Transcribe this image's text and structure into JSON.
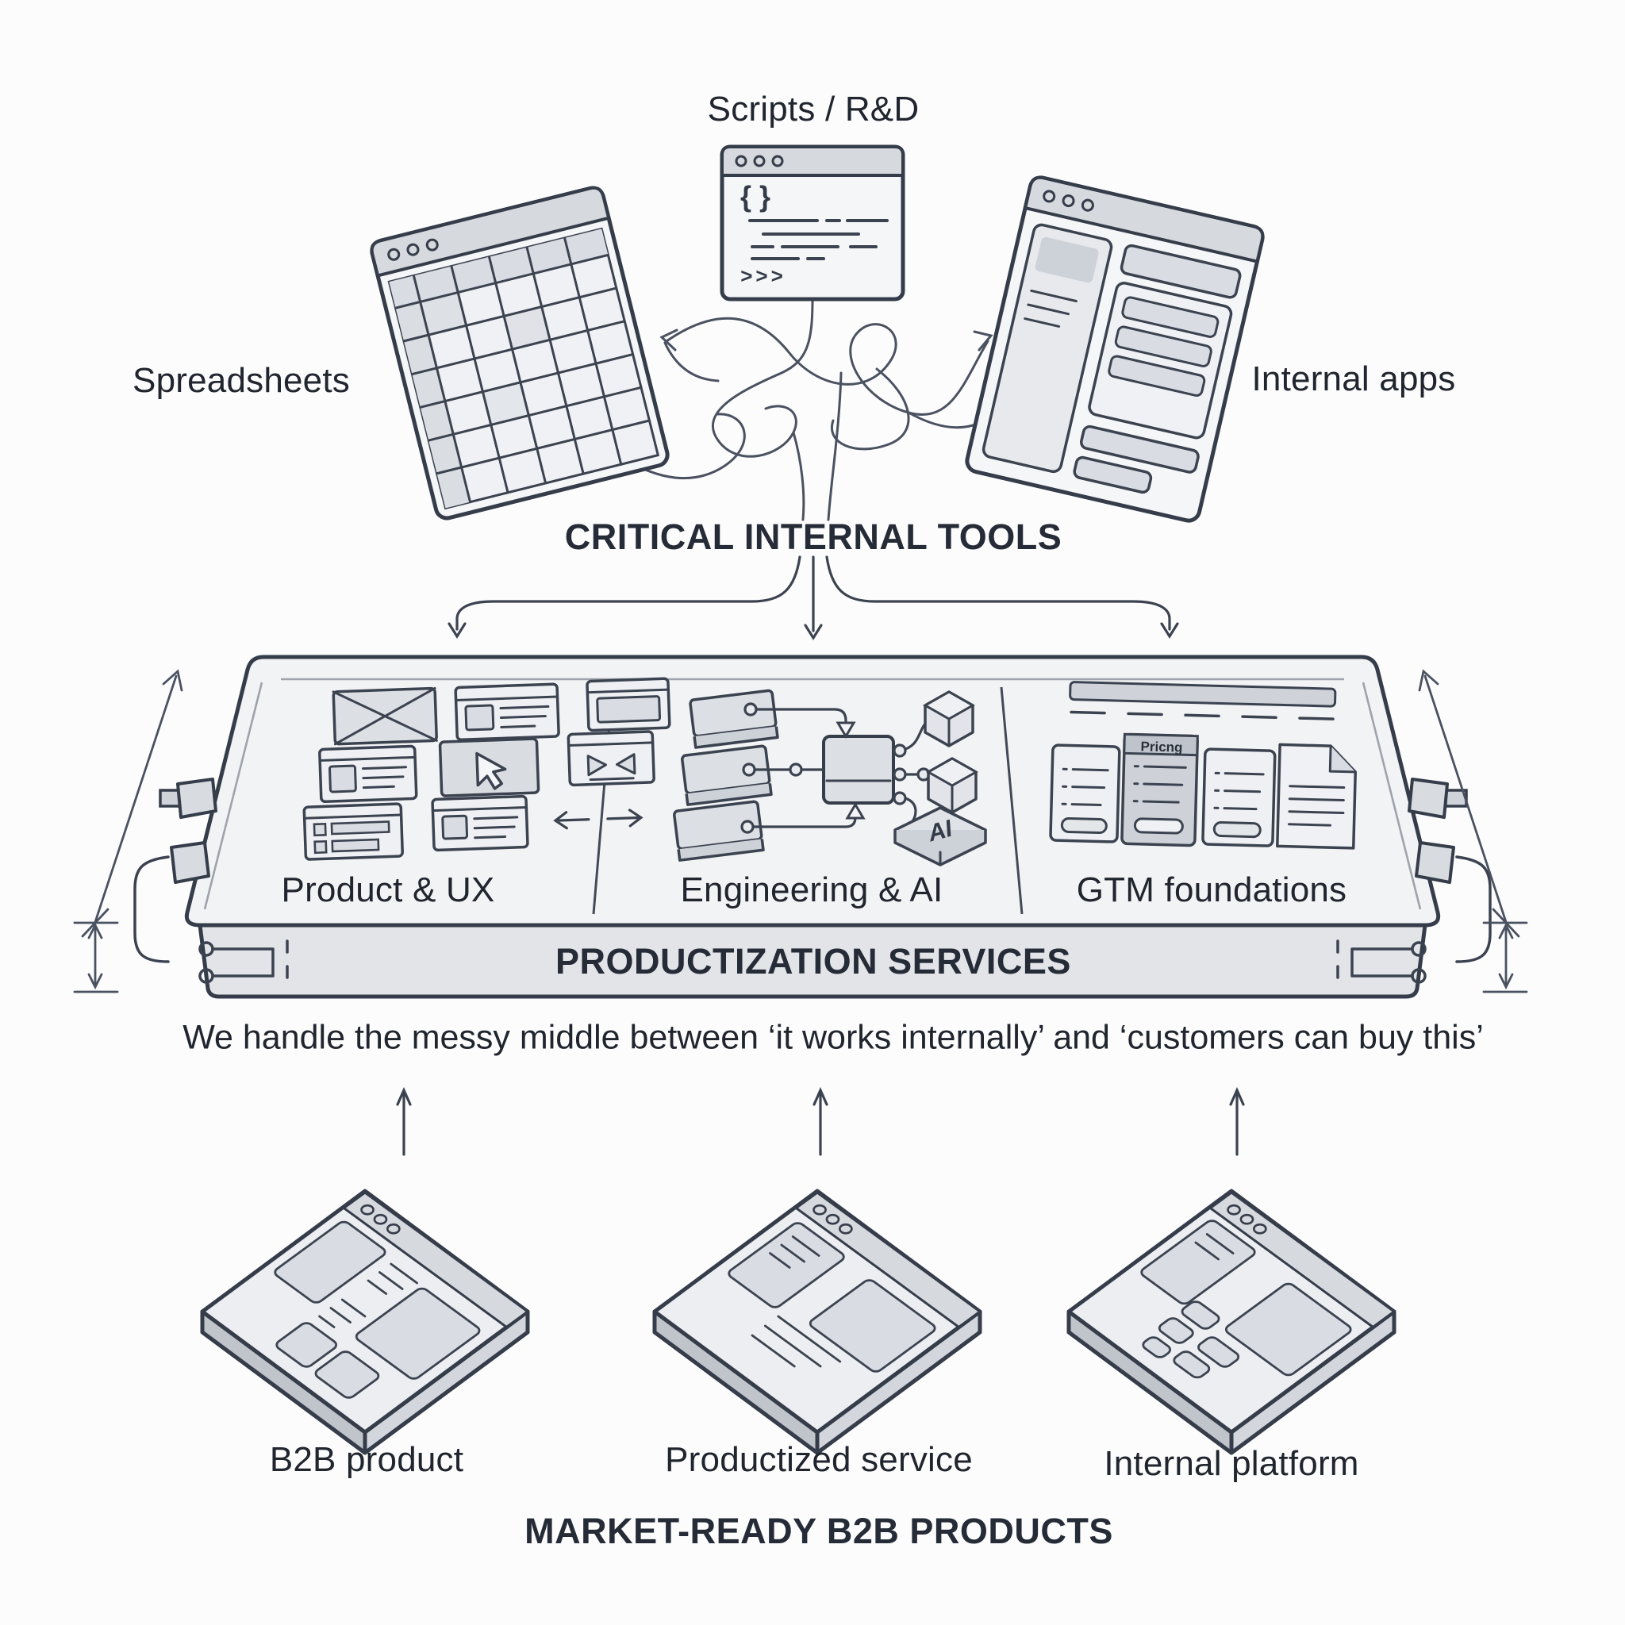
{
  "top_tools": {
    "scripts_label": "Scripts / R&D",
    "spreadsheets_label": "Spreadsheets",
    "internal_apps_label": "Internal apps",
    "group_label": "CRITICAL INTERNAL TOOLS",
    "code_braces_glyph": "{ }",
    "code_chevrons_glyph": ">>>"
  },
  "platform": {
    "sections": [
      {
        "label": "Product & UX"
      },
      {
        "label": "Engineering & AI",
        "ai_chip_label": "AI"
      },
      {
        "label": "GTM foundations",
        "pricing_card_label": "Pricng"
      }
    ],
    "banner_label": "PRODUCTIZATION SERVICES"
  },
  "subtitle": "We handle the messy middle between ‘it works internally’ and ‘customers can buy this’",
  "outputs": {
    "items": [
      {
        "label": "B2B product"
      },
      {
        "label": "Productized service"
      },
      {
        "label": "Internal platform"
      }
    ],
    "group_label": "MARKET-READY B2B PRODUCTS"
  },
  "colors": {
    "outline": "#363d4a",
    "line": "#4a5160",
    "panel": "#f5f6f8",
    "titlebar": "#d6d9de",
    "platform_top": "#f2f3f5",
    "platform_front": "#e2e4e8",
    "background": "#fcfcfd"
  }
}
